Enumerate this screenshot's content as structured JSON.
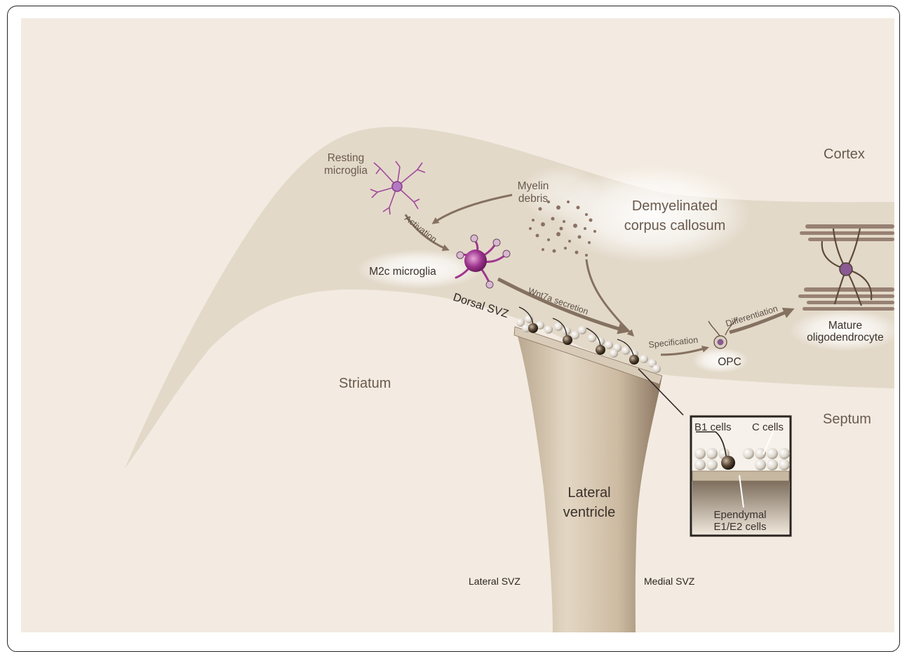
{
  "regions": {
    "cortex": "Cortex",
    "striatum": "Striatum",
    "septum": "Septum",
    "corpus_callosum_1": "Demyelinated",
    "corpus_callosum_2": "corpus callosum",
    "ventricle_1": "Lateral",
    "ventricle_2": "ventricle"
  },
  "cells": {
    "resting_microglia_1": "Resting",
    "resting_microglia_2": "microglia",
    "m2c_microglia": "M2c microglia",
    "myelin_debris_1": "Myelin",
    "myelin_debris_2": "debris",
    "opc": "OPC",
    "mature_oligo_1": "Mature",
    "mature_oligo_2": "oligodendrocyte"
  },
  "processes": {
    "activation": "Activation",
    "wnt7a": "Wnt7a secretion",
    "specification": "Specification",
    "differentiation": "Differentiation"
  },
  "svz": {
    "dorsal": "Dorsal SVZ",
    "lateral": "Lateral SVZ",
    "medial": "Medial SVZ"
  },
  "inset": {
    "b1_cells": "B1 cells",
    "c_cells": "C cells",
    "ependymal_1": "Ependymal",
    "ependymal_2": "E1/E2 cells"
  },
  "colors": {
    "background": "#f3ebe1",
    "corpus_callosum": "#e3d9c9",
    "ventricle": "#c9b8a0",
    "microglia": "#a04a9a",
    "arrow": "#857160",
    "text": "#6a5a4e"
  }
}
